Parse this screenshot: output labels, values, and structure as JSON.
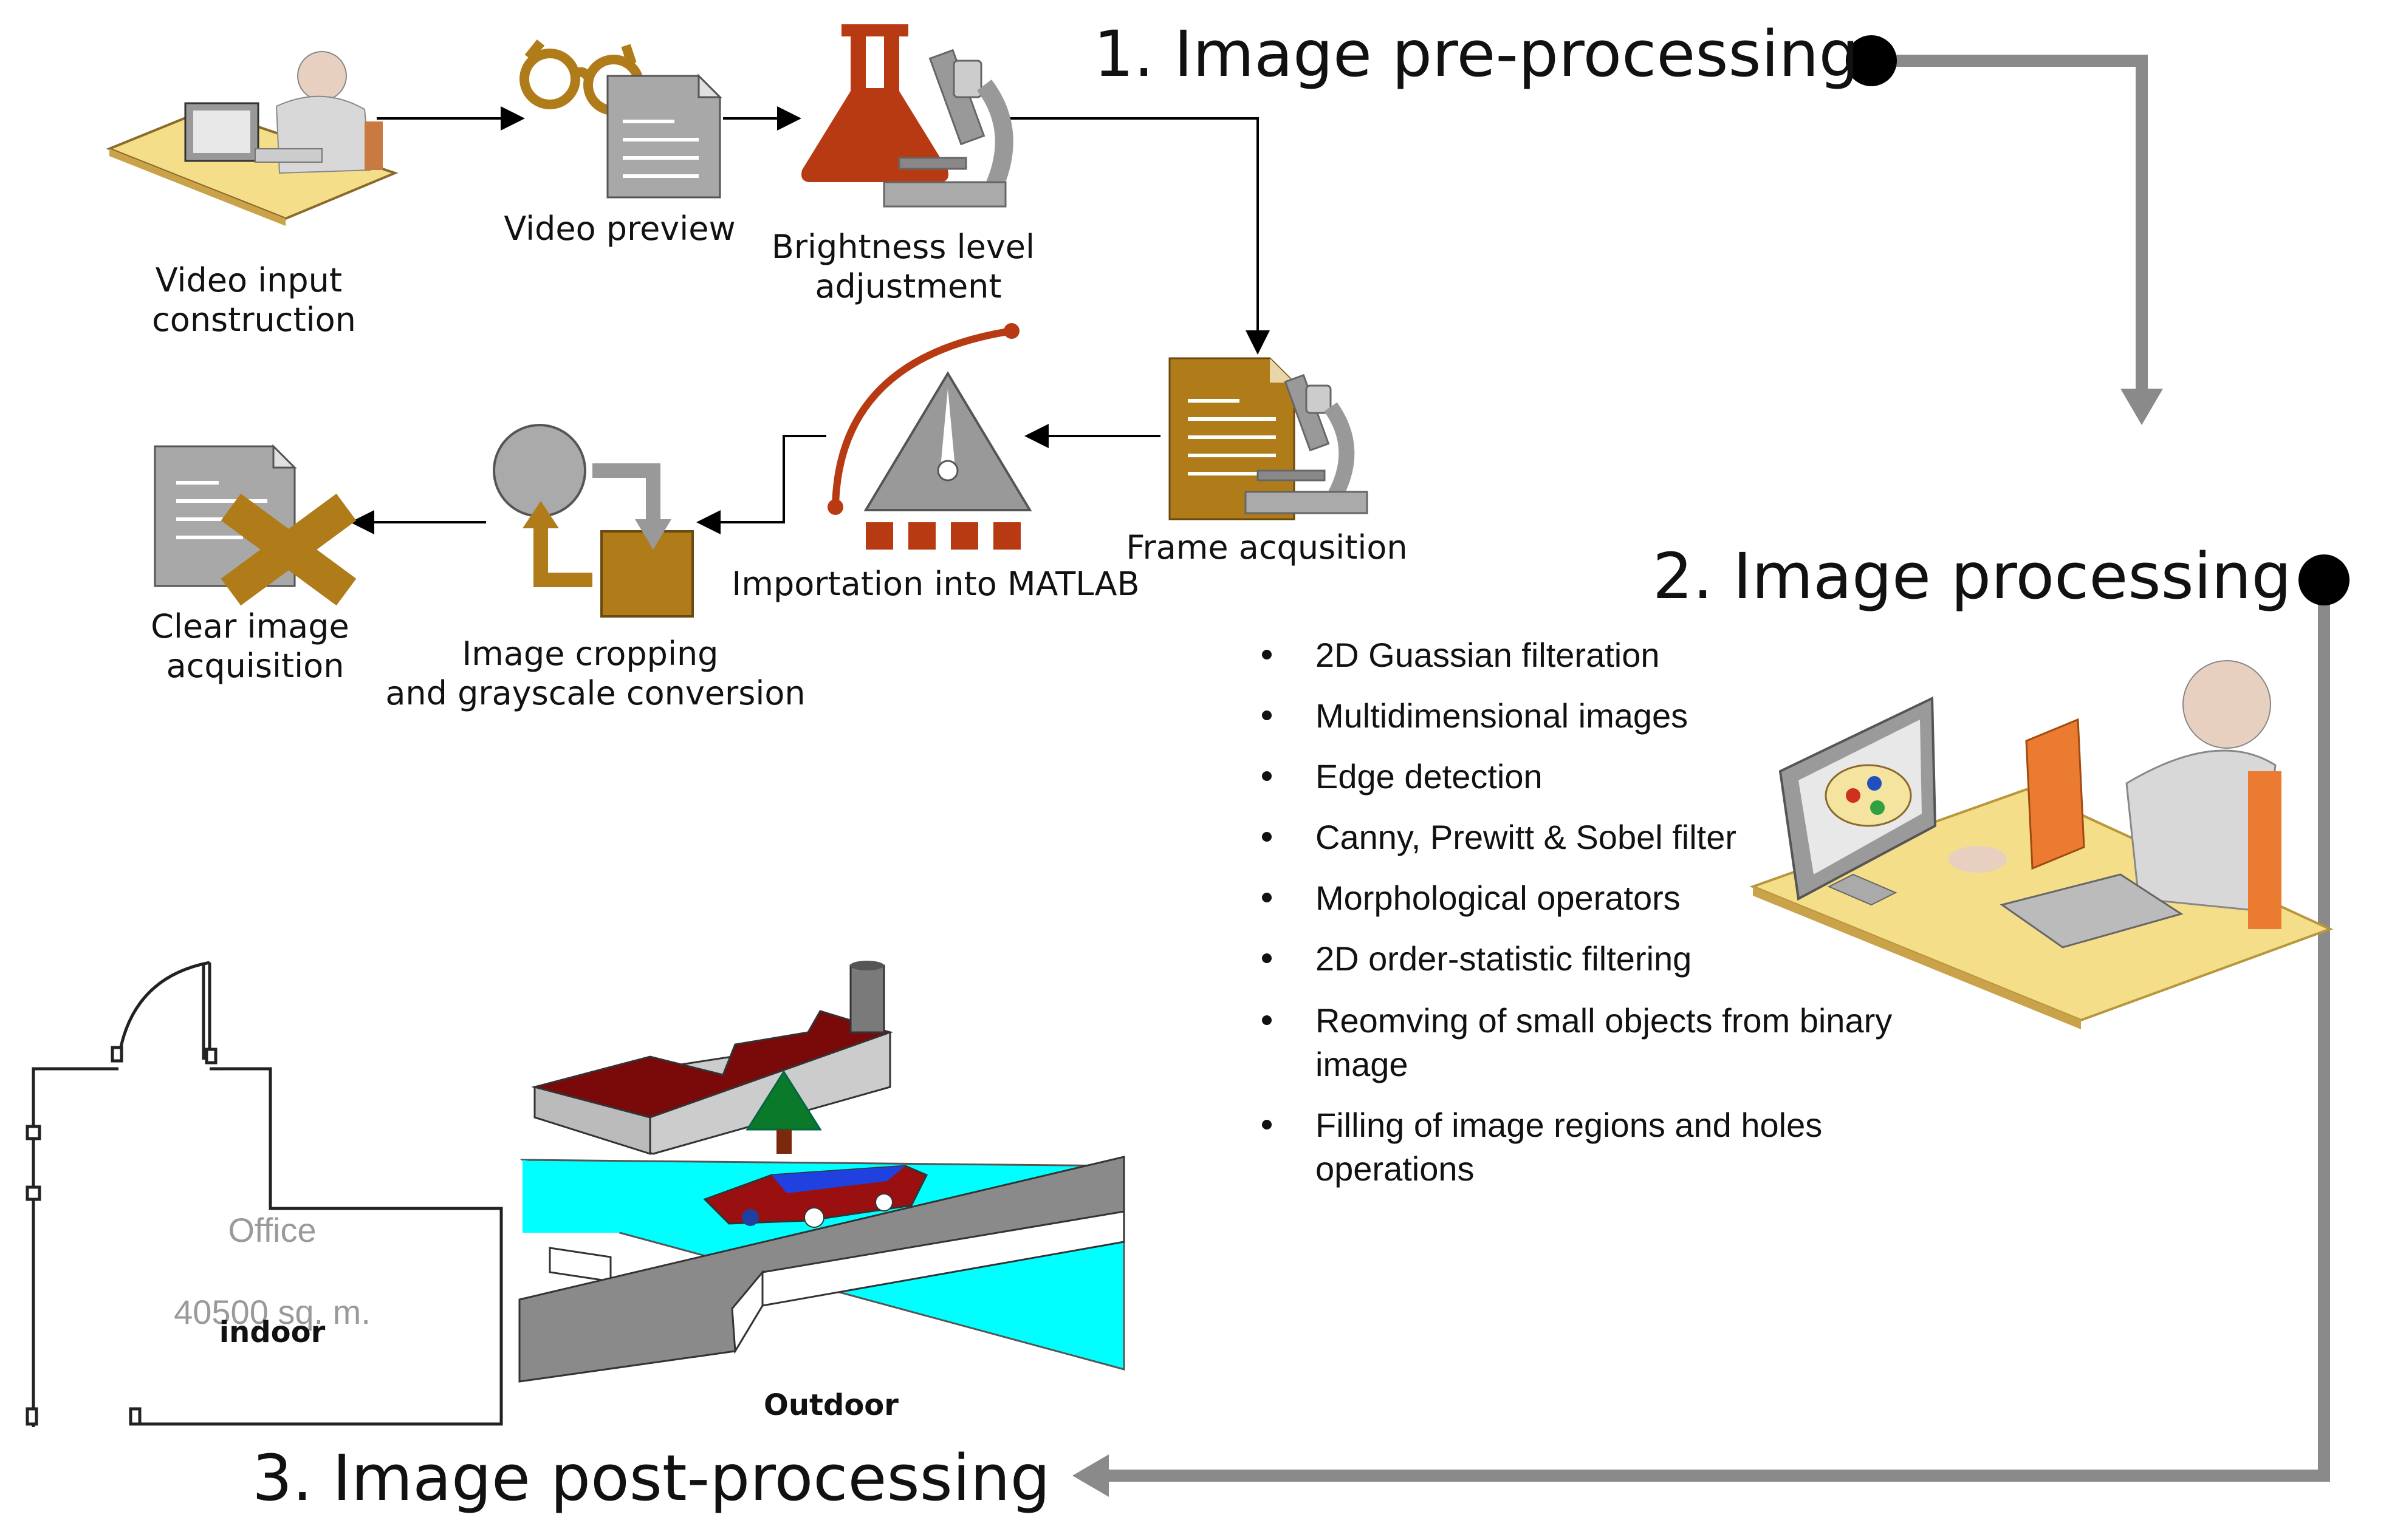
{
  "stages": [
    {
      "label": "1. Image pre-processing"
    },
    {
      "label": "2. Image processing"
    },
    {
      "label": "3. Image post-processing"
    }
  ],
  "steps": {
    "video_input": [
      "Video input",
      "construction"
    ],
    "video_preview": [
      "Video preview"
    ],
    "brightness": [
      "Brightness level",
      "adjustment"
    ],
    "frame_acq": [
      "Frame acqusition"
    ],
    "matlab": [
      "Importation into MATLAB"
    ],
    "cropping": [
      "Image cropping",
      "and grayscale conversion"
    ],
    "clear_image": [
      "Clear image",
      "acquisition"
    ]
  },
  "processing_list": [
    [
      "2D Guassian filteration"
    ],
    [
      "Multidimensional images"
    ],
    [
      "Edge detection"
    ],
    [
      "Canny, Prewitt & Sobel filter"
    ],
    [
      "Morphological operators"
    ],
    [
      "2D order-statistic filtering"
    ],
    [
      "Reomving of small objects from binary",
      "image"
    ],
    [
      "Filling of image regions and holes",
      "operations"
    ]
  ],
  "postprocessing": {
    "office": "Office",
    "area": "40500 sq. m.",
    "indoor": "indoor",
    "outdoor": "Outdoor"
  },
  "colors": {
    "flow_arrow": "#8a8a8a",
    "gold": "#b07c1a",
    "flask_red": "#b83a12",
    "cyan": "#00ffff",
    "roof": "#7a0a0a"
  },
  "icons": [
    "person-at-desk-icon",
    "glasses-icon",
    "document-icon",
    "flask-icon",
    "microscope-icon",
    "folder-icon",
    "gauge-icon",
    "crop-icon",
    "delete-document-icon",
    "floor-plan-icon",
    "city-scene-icon",
    "computer-user-icon"
  ]
}
